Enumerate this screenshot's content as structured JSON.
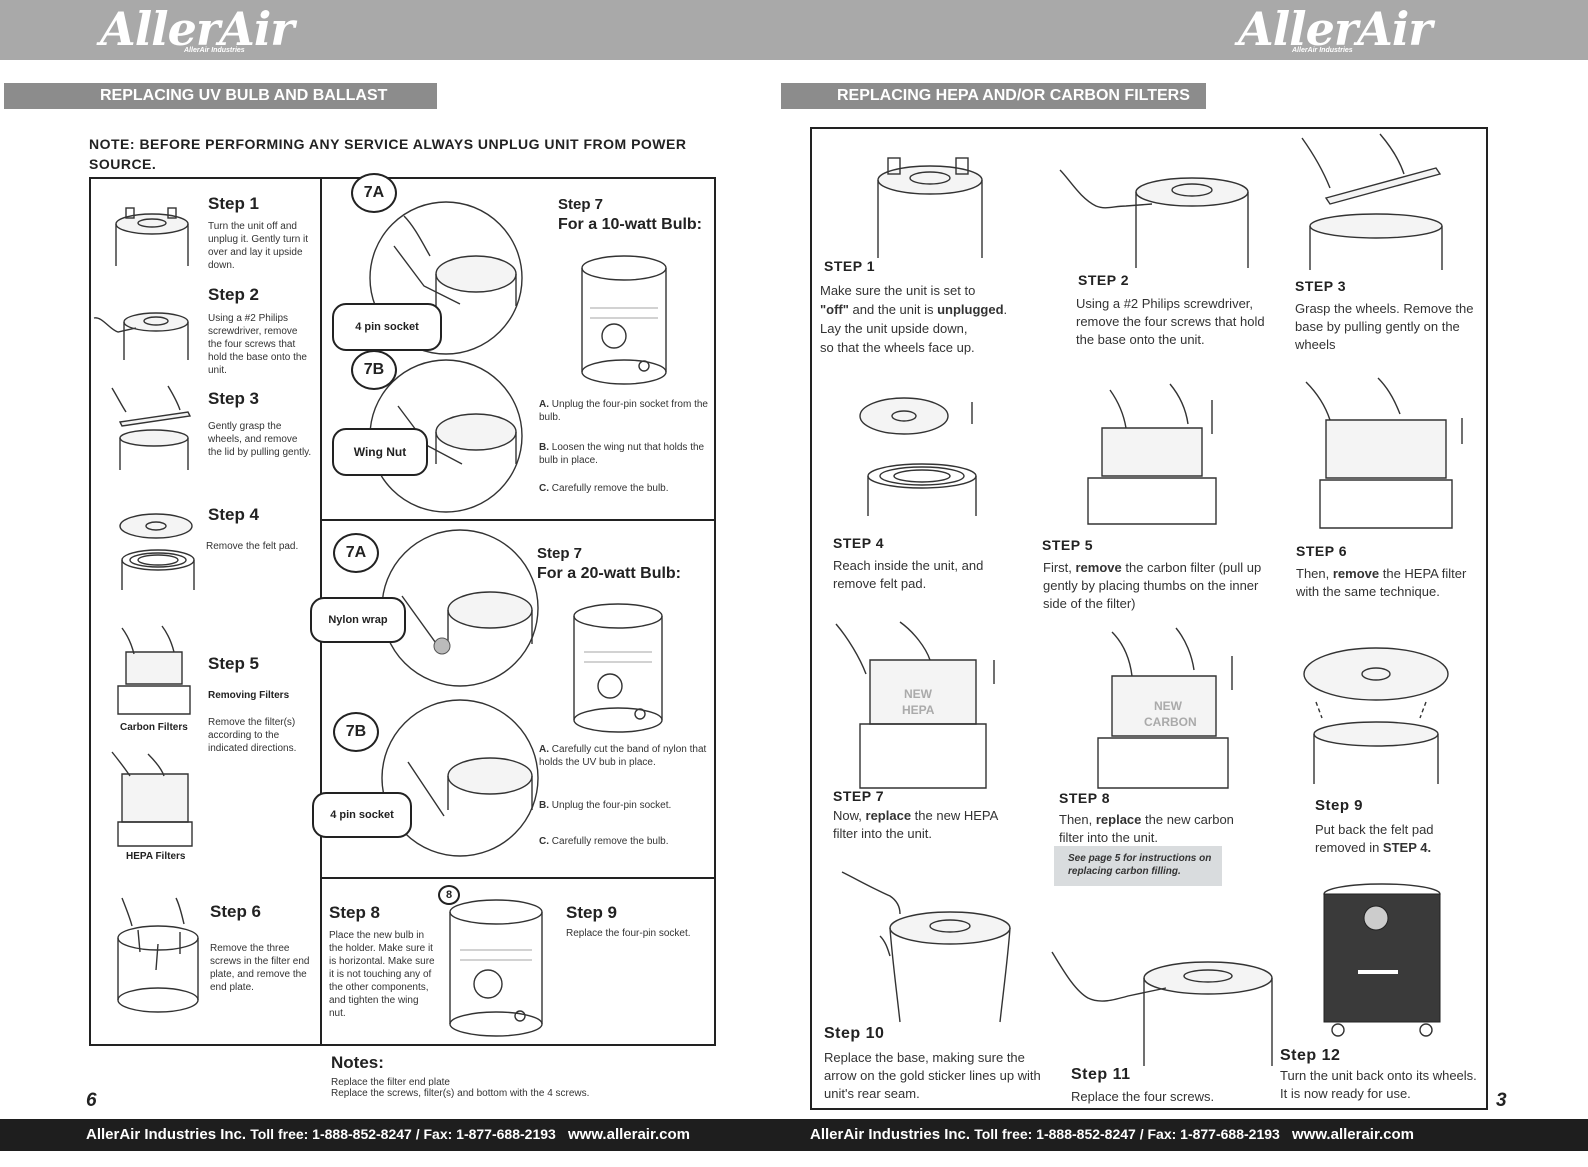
{
  "left_page": {
    "logo": "AllerAir",
    "logo_sub": "AllerAir Industries",
    "section_title": "REPLACING UV BULB AND BALLAST",
    "note": "NOTE:  BEFORE PERFORMING ANY SERVICE ALWAYS UNPLUG UNIT FROM POWER SOURCE.",
    "steps": [
      {
        "title": "Step 1",
        "text": "Turn the unit off and unplug it. Gently turn it over and lay it upside down."
      },
      {
        "title": "Step 2",
        "text": "Using a #2 Philips screwdriver, remove the four screws that hold the base onto the unit."
      },
      {
        "title": "Step 3",
        "text": "Gently grasp the wheels, and remove the lid by pulling gently."
      },
      {
        "title": "Step 4",
        "text": "Remove the felt pad."
      },
      {
        "title": "Step 5",
        "subtitle": "Removing Filters",
        "text": "Remove the filter(s) according to the indicated directions.",
        "label_carbon": "Carbon Filters",
        "label_hepa": "HEPA Filters"
      },
      {
        "title": "Step 6",
        "text": "Remove the three screws in the filter end plate, and remove the end plate."
      }
    ],
    "step7_10w": {
      "title_line1": "Step 7",
      "title_line2": "For a 10-watt Bulb:",
      "badge_a": "7A",
      "badge_b": "7B",
      "label_a": "4 pin socket",
      "label_b": "Wing Nut",
      "instructions": [
        {
          "letter": "A.",
          "text": "Unplug the four-pin socket from the bulb."
        },
        {
          "letter": "B.",
          "text": "Loosen the wing nut that holds the bulb in place."
        },
        {
          "letter": "C.",
          "text": "Carefully remove the bulb."
        }
      ]
    },
    "step7_20w": {
      "title_line1": "Step 7",
      "title_line2": "For a 20-watt Bulb:",
      "badge_a": "7A",
      "badge_b": "7B",
      "label_a": "Nylon wrap",
      "label_b": "4 pin socket",
      "instructions": [
        {
          "letter": "A.",
          "text": "Carefully cut the band of nylon that holds the UV bub in place."
        },
        {
          "letter": "B.",
          "text": "Unplug the four-pin socket."
        },
        {
          "letter": "C.",
          "text": "Carefully remove the bulb."
        }
      ]
    },
    "step8": {
      "title": "Step 8",
      "badge": "8",
      "text": "Place the new bulb in the holder. Make sure it is horizontal. Make sure it is not touching any of the other components, and tighten the wing nut."
    },
    "step9": {
      "title": "Step 9",
      "text": "Replace the four-pin socket."
    },
    "notes_title": "Notes:",
    "notes_lines": [
      "Replace the filter end plate",
      "Replace the screws, filter(s) and bottom with the 4 screws."
    ],
    "page_number": "6"
  },
  "right_page": {
    "logo": "AllerAir",
    "logo_sub": "AllerAir Industries",
    "section_title": "REPLACING HEPA AND/OR CARBON FILTERS",
    "steps": [
      {
        "title": "STEP 1",
        "lines": [
          [
            "Make sure the unit is set to",
            ""
          ],
          [
            "\"off\"",
            " and the unit is ",
            "unplugged",
            "."
          ],
          [
            "Lay the unit upside down,"
          ],
          [
            "so that the wheels face up."
          ]
        ]
      },
      {
        "title": "STEP 2",
        "text": "Using a #2 Philips screwdriver, remove the four screws that hold the base onto the unit."
      },
      {
        "title": "STEP 3",
        "text": "Grasp the wheels. Remove the base by pulling gently on the wheels"
      },
      {
        "title": "STEP 4",
        "text": "Reach inside the unit, and remove felt pad."
      },
      {
        "title": "STEP 5",
        "pre": "First, ",
        "bold": "remove",
        "post": " the carbon filter (pull up gently by placing thumbs on the inner side of the filter)"
      },
      {
        "title": "STEP 6",
        "pre": "Then, ",
        "bold": "remove",
        "post": " the HEPA filter with the same technique."
      },
      {
        "title": "STEP 7",
        "pre": "Now, ",
        "bold": "replace",
        "post": " the new HEPA filter into the unit.",
        "tag1": "NEW",
        "tag2": "HEPA"
      },
      {
        "title": "STEP 8",
        "pre": "Then, ",
        "bold": "replace",
        "post": " the new carbon filter into the unit.",
        "tag1": "NEW",
        "tag2": "CARBON",
        "note": "See page 5 for instructions on replacing carbon filling."
      },
      {
        "title": "Step 9",
        "pre": "Put back the felt pad removed in ",
        "bold": "STEP 4."
      },
      {
        "title": "Step 10",
        "text": "Replace the base, making sure the arrow on the gold sticker lines up with unit's rear seam."
      },
      {
        "title": "Step 11",
        "text": "Replace the four screws."
      },
      {
        "title": "Step 12",
        "text": "Turn the unit back onto its wheels. It is now ready for use."
      }
    ],
    "page_number": "3"
  },
  "footer": {
    "company": "AllerAir Industries Inc.",
    "contact": "Toll free: 1-888-852-8247 / Fax: 1-877-688-2193",
    "website": "www.allerair.com"
  }
}
